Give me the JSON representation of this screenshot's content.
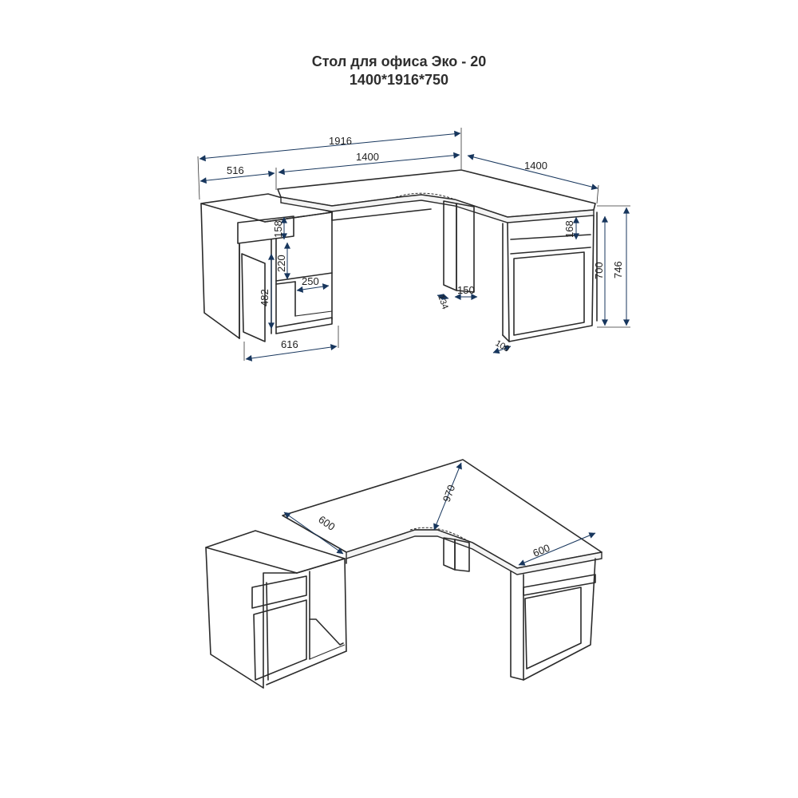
{
  "title": {
    "line1": "Стол для офиса Эко - 20",
    "line2": "1400*1916*750"
  },
  "dimensions": {
    "total_width": "1916",
    "left_cabinet_width": "516",
    "left_top_length": "1400",
    "right_top_length": "1400",
    "drawer_height": "158",
    "shelf_height": "220",
    "door_height": "482",
    "niche_width": "250",
    "cabinet_depth": "616",
    "leg_width": "134",
    "leg_depth": "150",
    "right_drawer_height": "168",
    "leg_height": "700",
    "total_height": "746",
    "panel_thickness": "100",
    "top_depth_left": "600",
    "top_corner_depth": "970",
    "top_depth_right": "600"
  }
}
